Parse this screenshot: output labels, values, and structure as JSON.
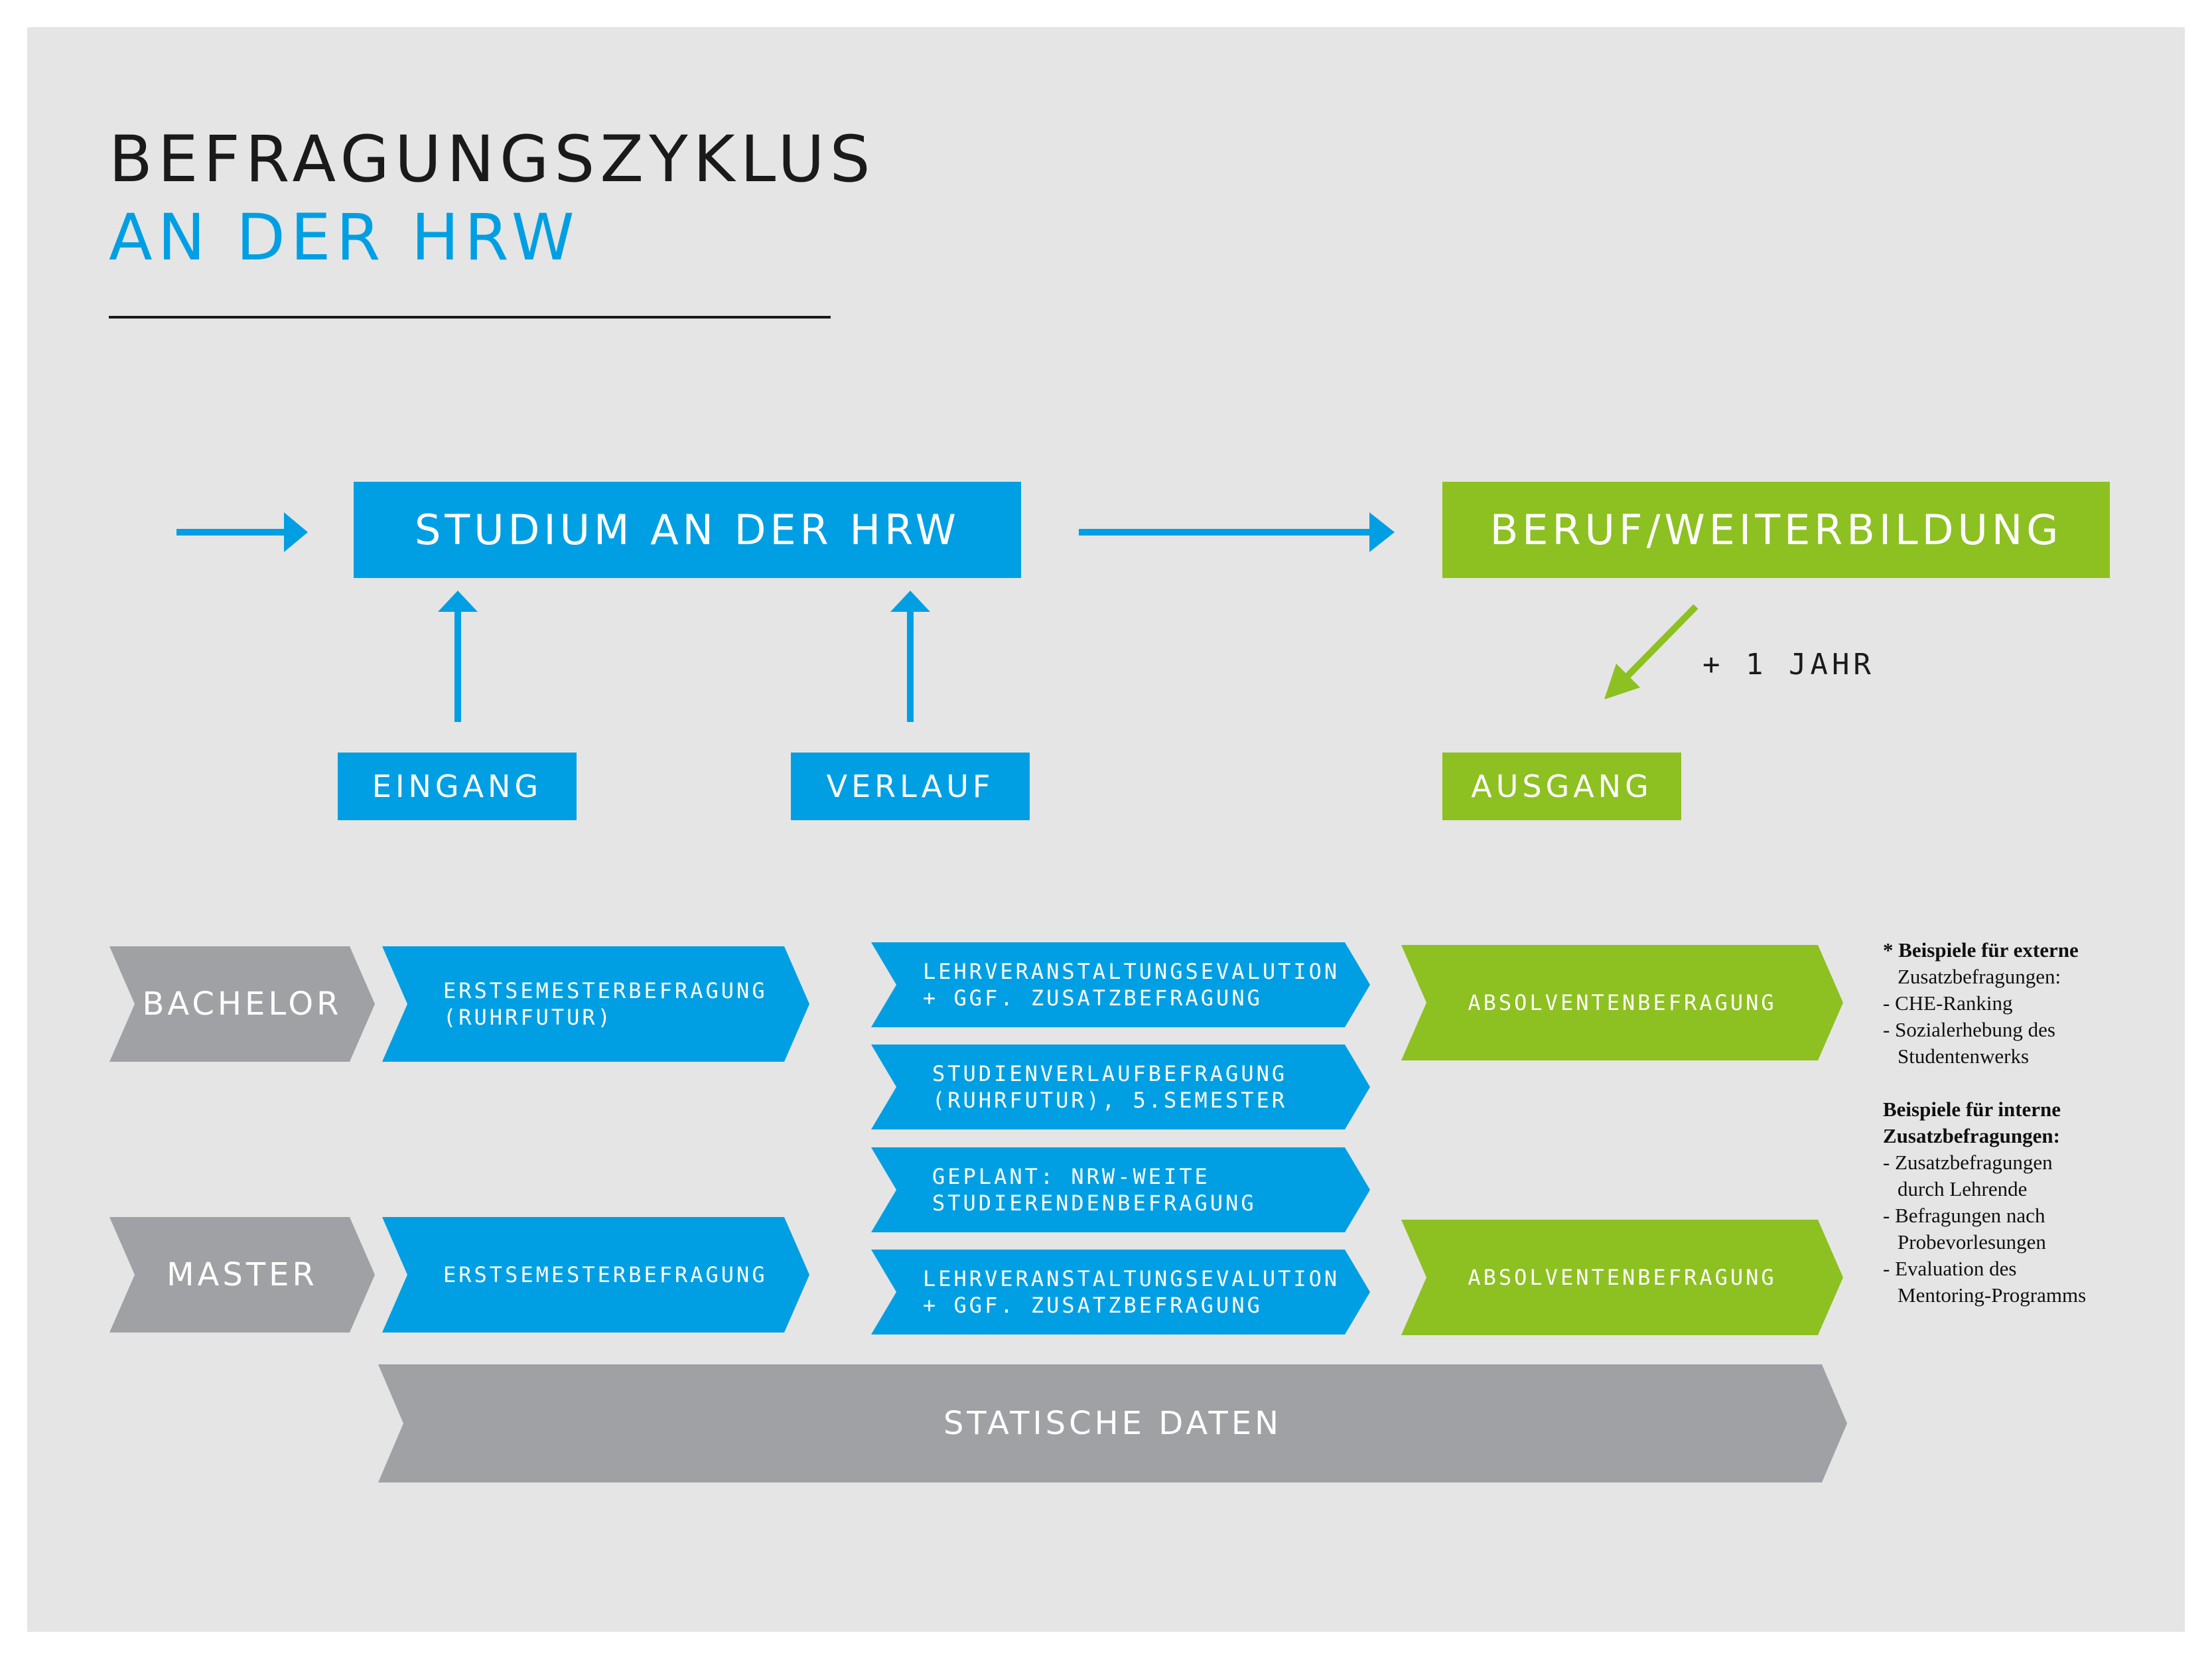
{
  "title": {
    "line1": "BEFRAGUNGSZYKLUS",
    "line2": "AN DER HRW"
  },
  "phases": {
    "studium": "STUDIUM AN DER HRW",
    "beruf": "BERUF/WEITERBILDUNG",
    "eingang": "EINGANG",
    "verlauf": "VERLAUF",
    "ausgang": "AUSGANG",
    "plus_jahr": "+ 1 JAHR"
  },
  "rows": {
    "bachelor": {
      "label": "BACHELOR",
      "erstsemester": "ERSTSEMESTERBEFRAGUNG\n(RUHRFUTUR)",
      "lehrveranstaltung": "LEHRVERANSTALTUNGSEVALUTION\n+ GGF. ZUSATZBEFRAGUNG",
      "studienverlauf": "STUDIENVERLAUFBEFRAGUNG\n(RUHRFUTUR), 5.SEMESTER",
      "absolventen": "ABSOLVENTENBEFRAGUNG"
    },
    "geplant": "GEPLANT: NRW-WEITE\nSTUDIERENDENBEFRAGUNG",
    "master": {
      "label": "MASTER",
      "erstsemester": "ERSTSEMESTERBEFRAGUNG",
      "lehrveranstaltung": "LEHRVERANSTALTUNGSEVALUTION\n+ GGF. ZUSATZBEFRAGUNG",
      "absolventen": "ABSOLVENTENBEFRAGUNG"
    },
    "statische_daten": "STATISCHE DATEN"
  },
  "notes": {
    "external_heading_1": "* Beispiele für externe",
    "external_heading_2": "Zusatzbefragungen:",
    "external_items": [
      "- CHE-Ranking",
      "- Sozialerhebung des",
      "Studentenwerks"
    ],
    "internal_heading_1": "Beispiele für interne",
    "internal_heading_2": "Zusatzbefragungen:",
    "internal_items": [
      "- Zusatzbefragungen",
      "durch Lehrende",
      "- Befragungen nach",
      "Probevorlesungen",
      "- Evaluation des",
      "Mentoring-Programms"
    ]
  },
  "colors": {
    "blue": "#009fe3",
    "green": "#8dc021",
    "gray": "#a0a1a4",
    "background": "#e5e5e5",
    "text": "#1a1a1a"
  }
}
